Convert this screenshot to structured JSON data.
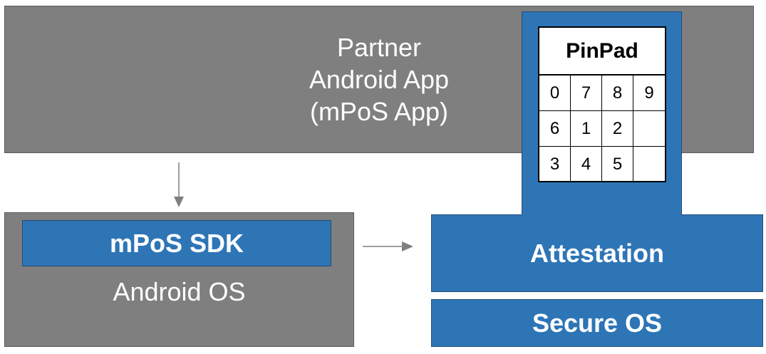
{
  "partner_app": {
    "line1": "Partner",
    "line2": "Android App",
    "line3": "(mPoS App)"
  },
  "android_os": {
    "sdk_label": "mPoS SDK",
    "os_label": "Android OS"
  },
  "tee": {
    "pinpad_title": "PinPad",
    "keys": [
      [
        "0",
        "7",
        "8",
        "9"
      ],
      [
        "6",
        "1",
        "2",
        ""
      ],
      [
        "3",
        "4",
        "5",
        ""
      ]
    ],
    "attestation_label": "Attestation",
    "secure_os_label": "Secure OS"
  },
  "colors": {
    "gray": "#7f7f7f",
    "blue": "#2e75b6",
    "arrow": "#7f7f7f"
  }
}
